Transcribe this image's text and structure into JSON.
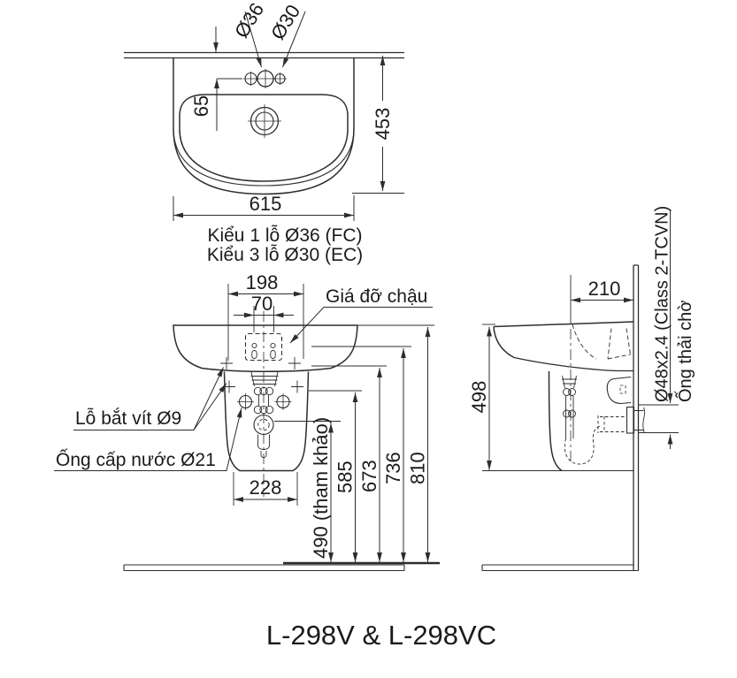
{
  "colors": {
    "line": "#2d2d2d",
    "background": "#ffffff"
  },
  "title": "L-298V & L-298VC",
  "top_view": {
    "faucet_hole_dia_1": "Ø36",
    "faucet_hole_dia_2": "Ø30",
    "dim_hole_to_wall": "65",
    "dim_depth": "453",
    "dim_width": "615",
    "caption_line_1": "Kiểu 1 lỗ Ø36 (FC)",
    "caption_line_2": "Kiểu 3 lỗ Ø30 (EC)"
  },
  "front_view": {
    "dim_hanger_span": "198",
    "dim_hanger_holes": "70",
    "label_hanger_bracket": "Giá đỡ chậu",
    "label_screw_holes": "Lỗ bắt vít Ø9",
    "label_supply_pipe": "Ống cấp nước Ø21",
    "dim_shroud_width": "228",
    "dim_height_trap": "490 (tham khảo)",
    "dim_height_supply": "585",
    "dim_height_screws": "673",
    "dim_height_bracket": "736",
    "dim_height_rim": "810"
  },
  "side_view": {
    "dim_drain_to_wall": "210",
    "dim_unit_height": "498",
    "label_waste_pipe_spec": "Ø48x2.4 (Class 2-TCVN)",
    "label_waste_pipe": "Ống thải chờ"
  }
}
